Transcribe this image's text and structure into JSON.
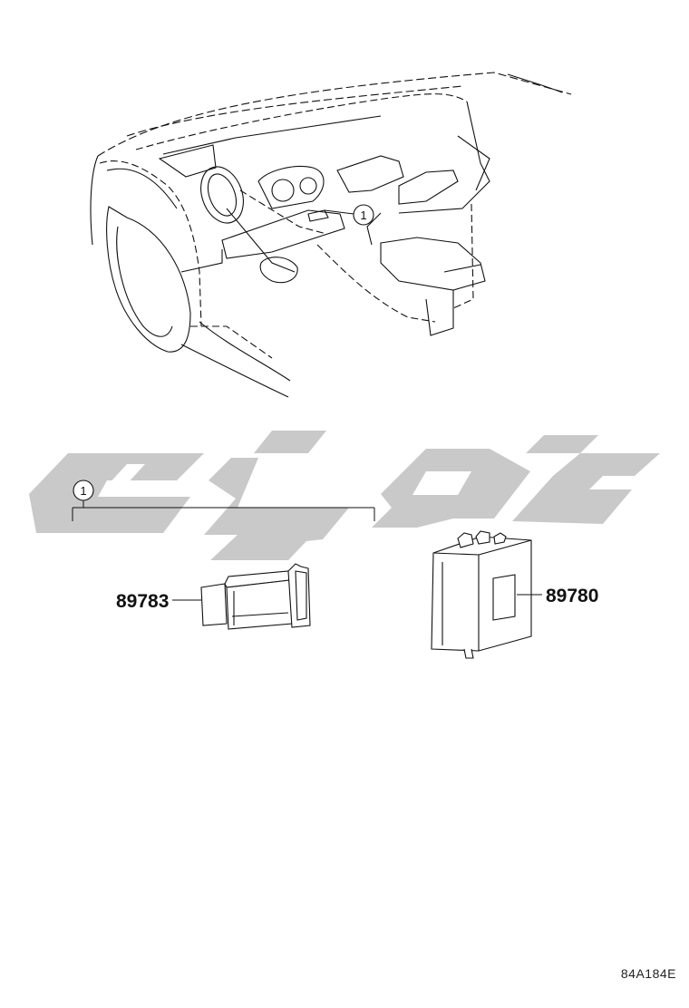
{
  "callout": {
    "number": "1"
  },
  "parts": [
    {
      "part_number": "89783",
      "description_icon": "immobiliser-coil-amplifier-icon"
    },
    {
      "part_number": "89780",
      "description_icon": "ecu-module-icon"
    }
  ],
  "watermark": {
    "icon": "watermark-logo-icon",
    "color": "#c9c9c9"
  },
  "illustration_code": "84A184E",
  "colors": {
    "line": "#111111",
    "watermark": "#c9c9c9"
  }
}
